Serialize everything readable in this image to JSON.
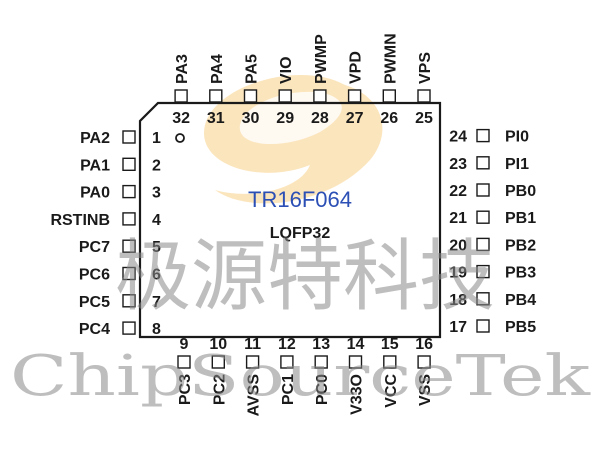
{
  "chip": {
    "name": "TR16F064",
    "package": "LQFP32"
  },
  "watermark": {
    "chinese": "极源特科技",
    "english": "ChipSourceTek"
  },
  "colors": {
    "outline": "#1a1a1a",
    "chip_name": "#2b4fb5",
    "logo": "#f6c46a",
    "watermark": "#8a8a8a"
  },
  "pins": {
    "left": [
      {
        "num": "1",
        "name": "PA2"
      },
      {
        "num": "2",
        "name": "PA1"
      },
      {
        "num": "3",
        "name": "PA0"
      },
      {
        "num": "4",
        "name": "RSTINB"
      },
      {
        "num": "5",
        "name": "PC7"
      },
      {
        "num": "6",
        "name": "PC6"
      },
      {
        "num": "7",
        "name": "PC5"
      },
      {
        "num": "8",
        "name": "PC4"
      }
    ],
    "bottom": [
      {
        "num": "9",
        "name": "PC3"
      },
      {
        "num": "10",
        "name": "PC2"
      },
      {
        "num": "11",
        "name": "AVSS"
      },
      {
        "num": "12",
        "name": "PC1"
      },
      {
        "num": "13",
        "name": "PC0"
      },
      {
        "num": "14",
        "name": "V33O"
      },
      {
        "num": "15",
        "name": "VCC"
      },
      {
        "num": "16",
        "name": "VSS"
      }
    ],
    "right": [
      {
        "num": "17",
        "name": "PB5"
      },
      {
        "num": "18",
        "name": "PB4"
      },
      {
        "num": "19",
        "name": "PB3"
      },
      {
        "num": "20",
        "name": "PB2"
      },
      {
        "num": "21",
        "name": "PB1"
      },
      {
        "num": "22",
        "name": "PB0"
      },
      {
        "num": "23",
        "name": "PI1"
      },
      {
        "num": "24",
        "name": "PI0"
      }
    ],
    "top": [
      {
        "num": "25",
        "name": "VPS"
      },
      {
        "num": "26",
        "name": "PWMN"
      },
      {
        "num": "27",
        "name": "VPD"
      },
      {
        "num": "28",
        "name": "PWMP"
      },
      {
        "num": "29",
        "name": "VIO"
      },
      {
        "num": "30",
        "name": "PA5"
      },
      {
        "num": "31",
        "name": "PA4"
      },
      {
        "num": "32",
        "name": "PA3"
      }
    ]
  }
}
